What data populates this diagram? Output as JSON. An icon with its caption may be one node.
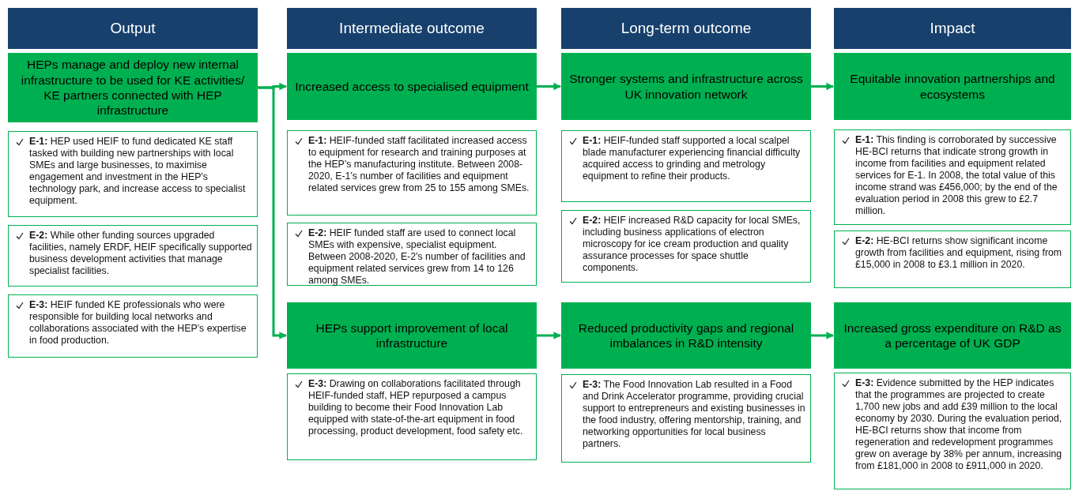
{
  "diagram": {
    "nodes": [
      {
        "text": [
          "Output"
        ]
      },
      {
        "text": [
          "Intermediate outcome"
        ]
      },
      {
        "text": [
          "Long-term outcome"
        ]
      },
      {
        "text": [
          "Impact"
        ]
      },
      {
        "text": [
          "HEPs manage and deploy new internal infrastructure to be used for KE activities/ KE partners connected with HEP infrastructure"
        ]
      },
      {
        "text": [
          "**E-1:** HEP used HEIF to fund dedicated KE staff tasked with building new partnerships with local SMEs and large businesses, to maximise engagement and investment in the HEP's technology park, and increase access to specialist equipment."
        ]
      },
      {
        "text": [
          "**E-2:** While other funding sources upgraded facilities, namely ERDF, HEIF specifically supported business development activities that manage specialist facilities."
        ]
      },
      {
        "text": [
          "**E-3:** HEIF funded KE professionals who were responsible for building local networks and collaborations associated with the HEP’s expertise in food production."
        ]
      },
      {
        "text": [
          "Increased access to specialised equipment"
        ]
      },
      {
        "text": [
          "**E-1:** HEIF-funded staff facilitated increased access to equipment for research and training purposes at the HEP’s manufacturing institute. Between 2008-2020, E-1’s number of facilities and equipment related services grew from 25 to 155 among SMEs."
        ]
      },
      {
        "text": [
          "**E-2:** HEIF funded staff are used to connect local SMEs with expensive, specialist equipment. Between 2008-2020, E-2’s number of facilities and equipment related services grew from 14 to 126 among SMEs."
        ]
      },
      {
        "text": [
          "HEPs support improvement of local infrastructure"
        ]
      },
      {
        "text": [
          "**E-3:** Drawing on collaborations facilitated through HEIF-funded staff, HEP repurposed a campus building to become their Food Innovation Lab equipped with state-of-the-art equipment in food processing, product development, food safety etc."
        ]
      },
      {
        "text": [
          "Stronger systems and infrastructure across UK innovation network"
        ]
      },
      {
        "text": [
          "**E-1:** HEIF-funded staff supported a local scalpel blade manufacturer experiencing financial difficulty acquired access to grinding and metrology equipment to refine their products."
        ]
      },
      {
        "text": [
          "**E-2:** HEIF increased R&D capacity for local SMEs, including business applications of electron microscopy for ice cream production and quality assurance processes for space shuttle components."
        ]
      },
      {
        "text": [
          "Reduced productivity gaps and regional imbalances in R&D intensity"
        ]
      },
      {
        "text": [
          "**E-3:** The Food Innovation Lab resulted in a Food and Drink Accelerator programme, providing crucial support to entrepreneurs and existing businesses in the food industry, offering mentorship, training, and networking opportunities for local business partners."
        ]
      },
      {
        "text": [
          "Equitable innovation partnerships and ecosystems"
        ]
      },
      {
        "text": [
          "**E-1:** This finding is corroborated by successive HE-BCI returns that indicate strong growth in income from facilities and equipment related services for E-1. In 2008, the total value of this income strand was £456,000; by the end of the evaluation period in 2008 this grew to £2.7 million."
        ]
      },
      {
        "text": [
          "**E-2:** HE-BCI returns show significant income growth from facilities and equipment, rising from £15,000 in 2008 to £3.1 million in 2020."
        ]
      },
      {
        "text": [
          "Increased gross expenditure on R&D as a percentage of UK GDP"
        ]
      },
      {
        "text": [
          "**E-3:** Evidence submitted by the HEP indicates that the programmes are projected to create 1,700 new jobs and add £39 million to the local economy by 2030. During the evaluation period, HE-BCI returns show that income from regeneration and redevelopment programmes grew on average by 38% per annum, increasing from £181,000 in 2008 to £911,000 in 2020."
        ]
      }
    ],
    "edges": [
      {
        "from": 4,
        "to": 8,
        "arrow": "to"
      },
      {
        "from": 4,
        "to": 11,
        "arrow": "to"
      },
      {
        "from": 8,
        "to": 13,
        "arrow": "to"
      },
      {
        "from": 13,
        "to": 18,
        "arrow": "to"
      },
      {
        "from": 11,
        "to": 16,
        "arrow": "to"
      },
      {
        "from": 16,
        "to": 21,
        "arrow": "to"
      }
    ]
  }
}
